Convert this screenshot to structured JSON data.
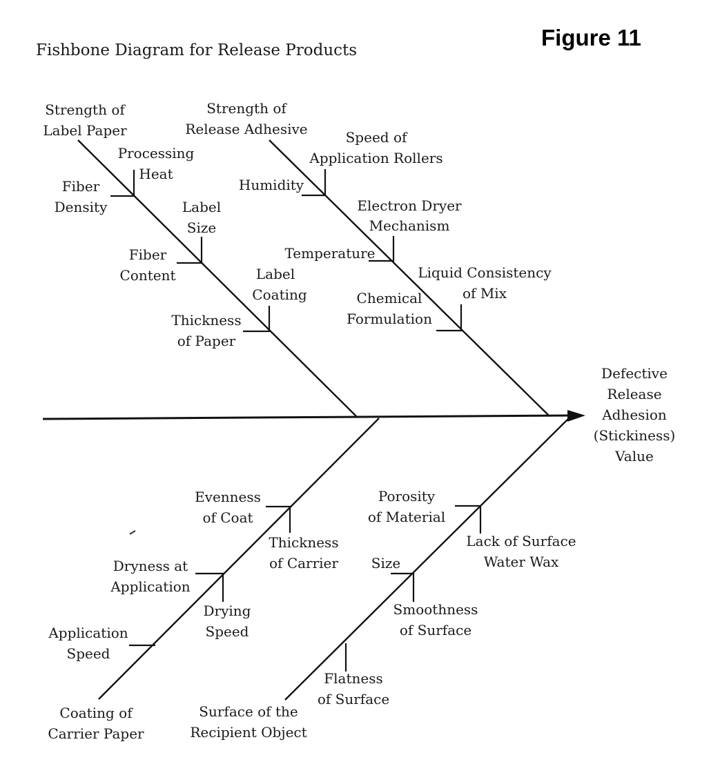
{
  "title": "Fishbone Diagram for Release Products",
  "figure_label": "Figure 11",
  "effect": [
    "Defective",
    "Release",
    "Adhesion",
    "(Stickiness)",
    "Value"
  ],
  "bones": {
    "label_paper": {
      "head": [
        "Strength of",
        "Label Paper"
      ],
      "causes": {
        "processing_heat": [
          "Processing",
          "Heat"
        ],
        "fiber_density": [
          "Fiber",
          "Density"
        ],
        "label_size": [
          "Label",
          "Size"
        ],
        "fiber_content": [
          "Fiber",
          "Content"
        ],
        "label_coating": [
          "Label",
          "Coating"
        ],
        "thickness_of_paper": [
          "Thickness",
          "of Paper"
        ]
      }
    },
    "release_adhesive": {
      "head": [
        "Strength of",
        "Release Adhesive"
      ],
      "causes": {
        "speed_of_rollers": [
          "Speed of",
          "Application Rollers"
        ],
        "humidity": [
          "Humidity"
        ],
        "electron_dryer": [
          "Electron Dryer",
          "Mechanism"
        ],
        "temperature": [
          "Temperature"
        ],
        "liquid_consistency": [
          "Liquid Consistency",
          "of Mix"
        ],
        "chemical_formulation": [
          "Chemical",
          "Formulation"
        ]
      }
    },
    "carrier_paper": {
      "head": [
        "Coating of",
        "Carrier Paper"
      ],
      "causes": {
        "evenness_of_coat": [
          "Evenness",
          "of Coat"
        ],
        "thickness_of_carrier": [
          "Thickness",
          "of Carrier"
        ],
        "dryness_at_application": [
          "Dryness at",
          "Application"
        ],
        "drying_speed": [
          "Drying",
          "Speed"
        ],
        "application_speed": [
          "Application",
          "Speed"
        ]
      }
    },
    "recipient_object": {
      "head": [
        "Surface of the",
        "Recipient Object"
      ],
      "causes": {
        "porosity": [
          "Porosity",
          "of Material"
        ],
        "lack_of_surface_wax": [
          "Lack of Surface",
          "Water Wax"
        ],
        "size": [
          "Size"
        ],
        "smoothness": [
          "Smoothness",
          "of Surface"
        ],
        "flatness": [
          "Flatness",
          "of Surface"
        ]
      }
    }
  }
}
